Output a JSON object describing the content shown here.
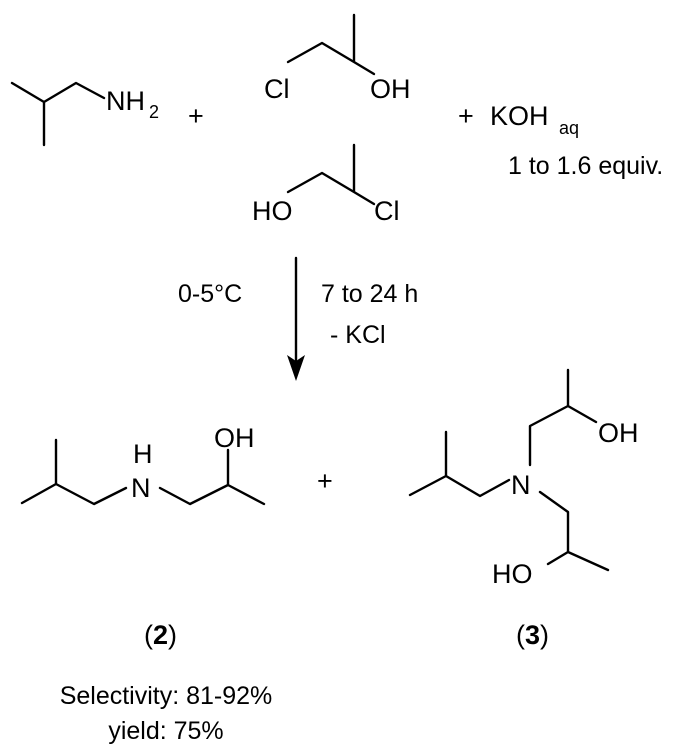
{
  "reactants": {
    "isobutylamine": {
      "amine_label": "NH",
      "amine_subscript": "2"
    },
    "plus_1": "+",
    "chlorohydrin_1": {
      "cl_label": "Cl",
      "oh_label": "OH"
    },
    "chlorohydrin_2": {
      "ho_label": "HO",
      "cl_label": "Cl"
    },
    "plus_2": "+",
    "base": {
      "formula": "KOH",
      "subscript": "aq",
      "equiv_label": "1 to 1.6 equiv."
    }
  },
  "conditions": {
    "temperature": "0-5°C",
    "time": "7 to 24 h",
    "byproduct": "- KCl"
  },
  "products": {
    "mono": {
      "nh_h": "H",
      "nh_n": "N",
      "oh_label": "OH",
      "label_open": "(",
      "label_num": "2",
      "label_close": ")"
    },
    "plus": "+",
    "bis": {
      "n_label": "N",
      "oh_label": "OH",
      "ho_label": "HO",
      "label_open": "(",
      "label_num": "3",
      "label_close": ")"
    }
  },
  "results": {
    "selectivity": "Selectivity: 81-92%",
    "yield": "yield: 75%"
  }
}
